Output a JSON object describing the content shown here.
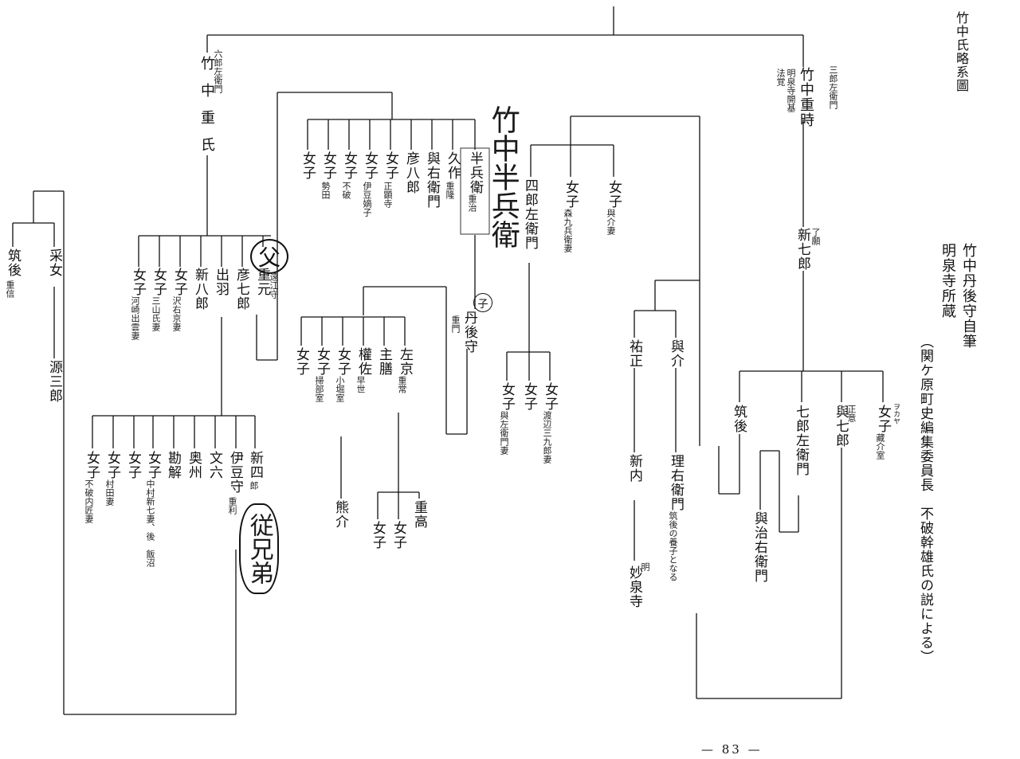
{
  "doc": {
    "title": "竹中氏略系圖",
    "author_line": "竹中丹後守自筆",
    "owner_line": "明泉寺所蔵",
    "note_line": "（関ケ原町史編集委員長　不破幹雄氏の説による）",
    "page_number": "— 83 —"
  },
  "people": {
    "shigetoki": "竹中重時",
    "shigetoki_title": "三郎左衛門",
    "shigetoki_note": "明泉寺開基",
    "shigetoki_dharma": "法覚",
    "shigeuji": "竹中重氏",
    "shigeuji_title": "六郎左衛門",
    "shinshichiro": "新七郎",
    "shinshichiro_note": "了願",
    "shigemoto": "重元",
    "shigemoto_note": "遠江守",
    "hikoshichiro": "彦七郎",
    "dewa": "出羽",
    "shinhachiro": "新八郎",
    "f_sawa": "女子",
    "f_sawa_note": "沢右京妻",
    "f_sanyama": "女子",
    "f_sanyama_note": "三山氏妻",
    "f_kawasaki": "女子",
    "f_kawasaki_note": "河崎出雲妻",
    "hanbei": "半兵衛",
    "hanbei_note": "重治",
    "kyusaku": "久作",
    "kyusaku_note": "重隆",
    "yoemon": "與右衛門",
    "hikohachiro": "彦八郎",
    "f_shoken": "女子",
    "f_shoken_note": "正顕寺",
    "f_izu": "女子",
    "f_izu_note": "伊豆嫡子",
    "f_fuwa": "女子",
    "f_fuwa_note": "不破",
    "f_seta": "女子",
    "f_seta_note": "勢田",
    "f_plain1": "女子",
    "tango": "丹後守",
    "tango_note": "重門",
    "sakyo": "左京",
    "sakyo_note": "重常",
    "shuzen": "主膳",
    "gonza": "權佐",
    "gonza_note": "早世",
    "f_kobori": "女子",
    "f_kobori_note": "小堀室",
    "f_kamon": "女子",
    "f_kamon_note": "掃部室",
    "f_plain2": "女子",
    "shigetaka": "重高",
    "f_plain3": "女子",
    "f_plain4": "女子",
    "kumanosuke": "熊介",
    "shinshiro": "新四",
    "shinshiro_note": "郎",
    "izunokami": "伊豆守",
    "izunokami_note": "重利",
    "bunroku": "文六",
    "oshu": "奥州",
    "kageyu": "勘解",
    "f_nakamura": "女子",
    "f_nakamura_note": "中村新七妻、後　飯沼",
    "f_plain5": "女子",
    "f_murata": "女子",
    "f_murata_note": "村田妻",
    "f_fuwanaisho": "女子",
    "f_fuwanaisho_note": "不破内匠妻",
    "saime": "采女",
    "chikugo_l": "筑後",
    "chikugo_l_note": "重信",
    "gensaburo": "源三郎",
    "f_yosuke": "女子",
    "f_yosuke_note": "與介妻",
    "f_mori": "女子",
    "f_mori_note": "森九兵衛妻",
    "shiro": "四郎左衛門",
    "f_watanabe": "女子",
    "f_watanabe_note": "渡辺三九郎妻",
    "f_plain6": "女子",
    "f_yoza": "女子",
    "f_yoza_note": "與左衛門妻",
    "f_kura": "女子",
    "f_kura_note": "藏介室",
    "f_kura_ruby": "ヲカヤ",
    "yoshichiro": "與七郎",
    "yoshichiro_note": "正意",
    "shichiro": "七郎左衛門",
    "chikugo_r": "筑後",
    "yosuke": "與介",
    "yusho": "祐正",
    "riemon": "理右衛門",
    "riemon_note": "筑後の養子となる",
    "shinnai": "新内",
    "myosenji": "妙泉寺",
    "myosenji_note": "明",
    "yojiemon": "與治右衛門"
  },
  "handwriting": {
    "hanbei_full": "竹中半兵衛",
    "father": "父",
    "child": "子",
    "cousins": "従兄弟"
  },
  "colors": {
    "ink": "#111111",
    "paper": "#ffffff"
  }
}
